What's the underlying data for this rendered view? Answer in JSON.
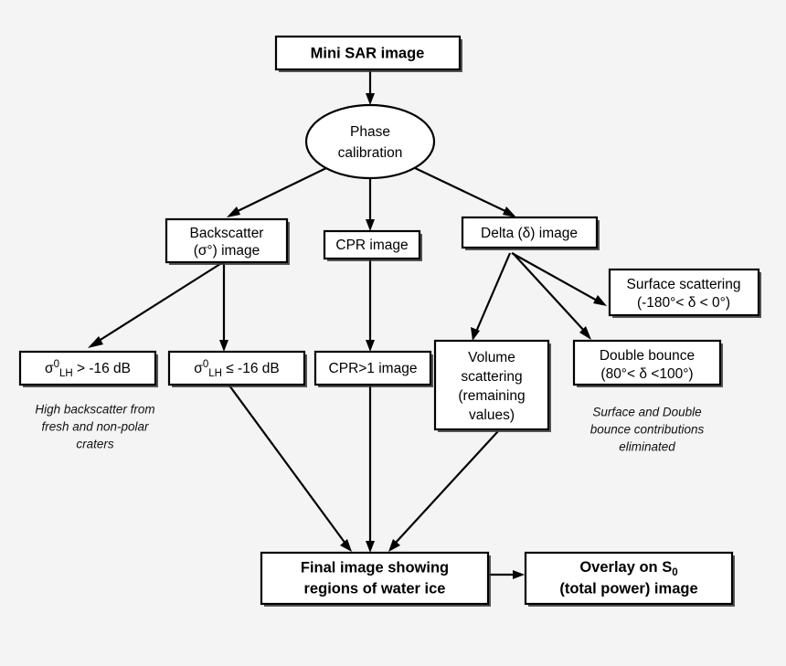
{
  "diagram": {
    "title_text": "Mini SAR image",
    "background_color": "#f4f4f4",
    "line_color": "#000000",
    "box_fill": "#ffffff"
  },
  "nodes": {
    "mini_sar": {
      "label": "Mini SAR image",
      "shape": "box",
      "bold": true
    },
    "phase_calibration": {
      "line1": "Phase",
      "line2": "calibration",
      "shape": "ellipse"
    },
    "backscatter": {
      "line1": "Backscatter",
      "line2": "(σ°) image",
      "shape": "box"
    },
    "cpr_image": {
      "label": "CPR image",
      "shape": "box"
    },
    "delta_image": {
      "label": "Delta (δ) image",
      "shape": "box"
    },
    "surface_scattering": {
      "line1": "Surface scattering",
      "line2": "(-180°< δ < 0°)",
      "shape": "box"
    },
    "sigma_high": {
      "prefix": "σ",
      "superscript": "0",
      "subscript": "LH",
      "suffix": " > -16 dB",
      "shape": "box"
    },
    "sigma_low": {
      "prefix": "σ",
      "superscript": "0",
      "subscript": "LH",
      "suffix": " ≤ -16 dB",
      "shape": "box"
    },
    "cpr_gt1": {
      "label": "CPR>1 image",
      "shape": "box"
    },
    "volume_scattering": {
      "line1": "Volume",
      "line2": "scattering",
      "line3": "(remaining",
      "line4": "values)",
      "shape": "box"
    },
    "double_bounce": {
      "line1": "Double bounce",
      "line2": "(80°< δ <100°)",
      "shape": "box"
    },
    "final_image": {
      "line1": "Final image showing",
      "line2": "regions of water ice",
      "shape": "box",
      "bold": true
    },
    "overlay_s0": {
      "line1_prefix": "Overlay on S",
      "line1_subscript": "0",
      "line2": "(total power) image",
      "shape": "box",
      "bold": true
    }
  },
  "notes": {
    "high_backscatter": {
      "line1": "High backscatter from",
      "line2": "fresh and non-polar",
      "line3": "craters"
    },
    "eliminated": {
      "line1": "Surface and Double",
      "line2": "bounce contributions",
      "line3": "eliminated"
    }
  },
  "edges": [
    {
      "id": "edge-minisar-to-phase",
      "from": "mini_sar",
      "to": "phase_calibration"
    },
    {
      "id": "edge-phase-to-backscatter",
      "from": "phase_calibration",
      "to": "backscatter"
    },
    {
      "id": "edge-phase-to-cpr",
      "from": "phase_calibration",
      "to": "cpr_image"
    },
    {
      "id": "edge-phase-to-delta",
      "from": "phase_calibration",
      "to": "delta_image"
    },
    {
      "id": "edge-backscatter-to-sigma-high",
      "from": "backscatter",
      "to": "sigma_high"
    },
    {
      "id": "edge-backscatter-to-sigma-low",
      "from": "backscatter",
      "to": "sigma_low"
    },
    {
      "id": "edge-cpr-to-cprgt1",
      "from": "cpr_image",
      "to": "cpr_gt1"
    },
    {
      "id": "edge-delta-to-surface",
      "from": "delta_image",
      "to": "surface_scattering"
    },
    {
      "id": "edge-delta-to-volume",
      "from": "delta_image",
      "to": "volume_scattering"
    },
    {
      "id": "edge-delta-to-double",
      "from": "delta_image",
      "to": "double_bounce"
    },
    {
      "id": "edge-sigmalow-to-final",
      "from": "sigma_low",
      "to": "final_image"
    },
    {
      "id": "edge-cprgt1-to-final",
      "from": "cpr_gt1",
      "to": "final_image"
    },
    {
      "id": "edge-volume-to-final",
      "from": "volume_scattering",
      "to": "final_image"
    },
    {
      "id": "edge-final-to-overlay",
      "from": "final_image",
      "to": "overlay_s0"
    }
  ]
}
